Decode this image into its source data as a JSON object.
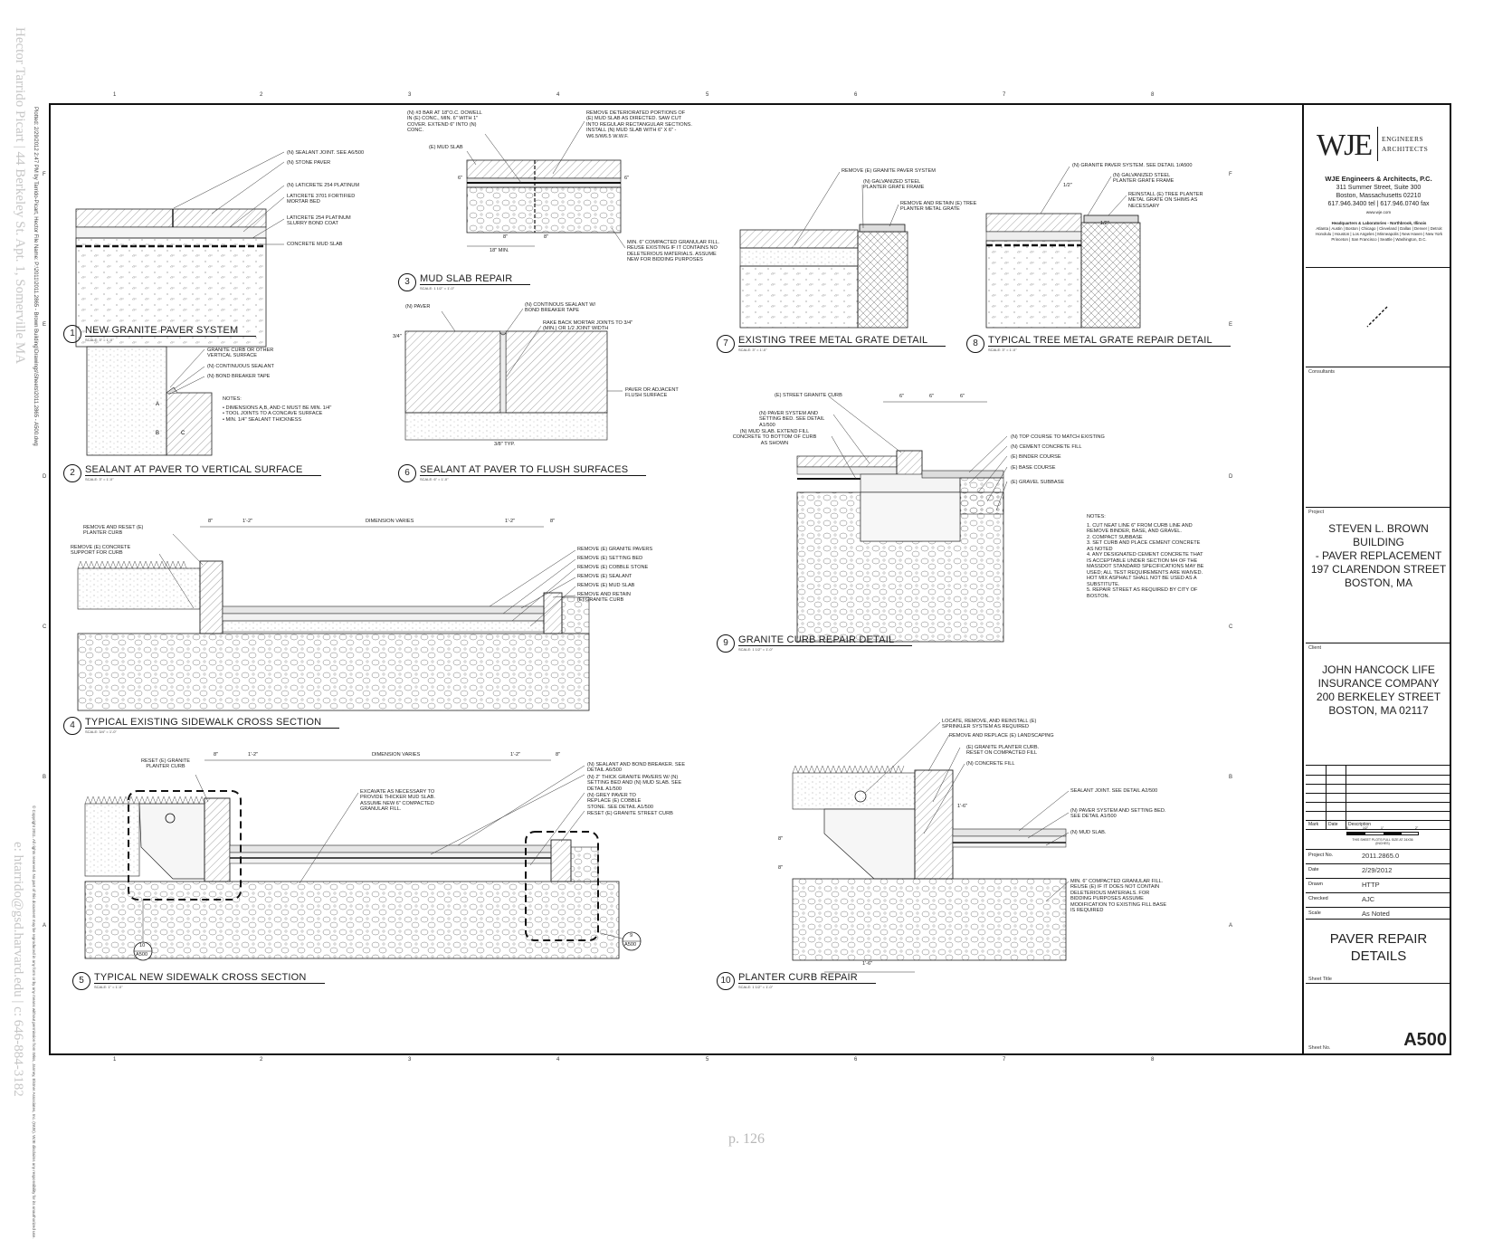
{
  "margin": {
    "watermark_name": "Hector Tarrido Picart | 44 Berkeley St. Apt. 1, Somerville MA",
    "plot_info": "Plotted: 2/29/2012 2:47 PM by Tarrido-Picart, Hector   File Name: P:\\2011\\2011.2865 - Brown Building\\Drawings\\Sheets\\2011.2865 - A500.dwg",
    "copyright": "© Copyright 2011. All rights reserved. No part of this document may be reproduced in any form or by any means without permission from Wiss, Janney, Elstner Associates, Inc. (WJE). WJE disclaims any responsibility for its unauthorized use.",
    "watermark_email": "e: htarrido@gsd.harvard.edu | c: 646-884-3182",
    "page_number": "p. 126"
  },
  "grid": {
    "columns": [
      "1",
      "2",
      "3",
      "4",
      "5",
      "6",
      "7",
      "8"
    ],
    "rows": [
      "F",
      "E",
      "D",
      "C",
      "B",
      "A"
    ]
  },
  "details": [
    {
      "num": "1",
      "title": "NEW GRANITE PAVER SYSTEM",
      "scale": "SCALE: 3\" = 1'-0\""
    },
    {
      "num": "2",
      "title": "SEALANT AT PAVER TO VERTICAL SURFACE",
      "scale": "SCALE: 3\" = 1'-0\""
    },
    {
      "num": "3",
      "title": "MUD SLAB REPAIR",
      "scale": "SCALE: 1 1/2\" = 1'-0\""
    },
    {
      "num": "4",
      "title": "TYPICAL EXISTING SIDEWALK CROSS SECTION",
      "scale": "SCALE: 3/4\" = 1'-0\""
    },
    {
      "num": "5",
      "title": "TYPICAL NEW SIDEWALK CROSS SECTION",
      "scale": "SCALE: 1\" = 1'-0\""
    },
    {
      "num": "6",
      "title": "SEALANT AT PAVER TO FLUSH SURFACES",
      "scale": "SCALE: 6\" = 1'-0\""
    },
    {
      "num": "7",
      "title": "EXISTING TREE METAL GRATE DETAIL",
      "scale": "SCALE: 3\" = 1'-0\""
    },
    {
      "num": "8",
      "title": "TYPICAL TREE METAL GRATE REPAIR DETAIL",
      "scale": "SCALE: 3\" = 1'-0\""
    },
    {
      "num": "9",
      "title": "GRANITE CURB REPAIR DETAIL",
      "scale": "SCALE: 1 1/2\" = 1'-0\""
    },
    {
      "num": "10",
      "title": "PLANTER CURB REPAIR",
      "scale": "SCALE: 1 1/2\" = 1'-0\""
    }
  ],
  "notes": {
    "d1": [
      "(N) SEALANT JOINT. SEE A6/500",
      "(N) STONE PAVER",
      "(N) LATICRETE 254 PLATINUM",
      "LATICRETE 3701 FORTIFIED MORTAR BED",
      "LATICRETE 254 PLATINUM SLURRY BOND COAT",
      "CONCRETE MUD SLAB"
    ],
    "d2": [
      "GRANITE CURB OR OTHER VERTICAL SURFACE",
      "(N) CONTINUOUS SEALANT",
      "(N) BOND BREAKER TAPE"
    ],
    "d2_notes_head": "NOTES:",
    "d2_notes": [
      "DIMENSIONS A,B, AND C MUST BE MIN. 1/4\"",
      "TOOL JOINTS TO A CONCAVE SURFACE",
      "MIN. 1/4\" SEALANT THICKNESS"
    ],
    "d3": [
      "(N) #3 BAR AT 18\"O.C. DOWELL IN (E) CONC., MIN. 6\" WITH 1\" COVER. EXTEND 6\" INTO (N) CONC.",
      "(E) MUD SLAB",
      "REMOVE DETERIORATED PORTIONS OF (E) MUD SLAB AS DIRECTED. SAW CUT INTO REGULAR RECTANGULAR SECTIONS. INSTALL (N) MUD SLAB WITH 6\" X 6\" - W6.5/W6.5 W.W.F.",
      "MIN. 6\" COMPACTED GRANULAR FILL. REUSE EXISTING IF IT CONTAINS NO DELETERIOUS MATERIALS. ASSUME NEW FOR BIDDING PURPOSES",
      "18\" MIN.",
      "8\"",
      "8\"",
      "6\"",
      "6\""
    ],
    "d6": [
      "(N) PAVER",
      "(N) CONTINOUS SEALANT W/ BOND BREAKER TAPE",
      "RAKE BACK MORTAR JOINTS TO 3/4\" (MIN.) OR 1/2 JOINT WIDTH",
      "PAVER OR ADJACENT FLUSH SURFACE",
      "3/8\" TYP.",
      "3/4\""
    ],
    "d4_left": [
      "REMOVE AND RESET (E) PLANTER CURB",
      "REMOVE (E) CONCRETE SUPPORT FOR CURB"
    ],
    "d4_right": [
      "REMOVE (E) GRANITE PAVERS",
      "REMOVE (E) SETTING BED",
      "REMOVE (E) COBBLE STONE",
      "REMOVE (E) SEALANT",
      "REMOVE (E) MUD SLAB",
      "REMOVE AND RETAIN (E) GRANITE CURB"
    ],
    "d4_dims": [
      "8\"",
      "1'-2\"",
      "DIMENSION VARIES",
      "1'-2\"",
      "8\""
    ],
    "d5_left": [
      "RESET (E) GRANITE PLANTER CURB"
    ],
    "d5_mid": [
      "EXCAVATE AS NECESSARY TO PROVIDE THICKER MUD SLAB. ASSUME NEW 6\" COMPACTED GRANULAR FILL."
    ],
    "d5_right": [
      "(N) SEALANT AND BOND BREAKER. SEE DETAIL A6/500",
      "(N) 2\" THICK GRANITE PAVERS W/ (N) SETTING BED AND (N) MUD SLAB. SEE DETAIL A1/500",
      "(N) GREY PAVER TO REPLACE (E) COBBLE STONE. SEE DETAIL A1/500",
      "RESET (E) GRANITE STREET CURB"
    ],
    "d5_dims": [
      "8\"",
      "1'-2\"",
      "DIMENSION VARIES",
      "1'-2\"",
      "8\""
    ],
    "d5_callouts": [
      {
        "num": "10",
        "ref": "A500"
      },
      {
        "num": "9",
        "ref": "A500"
      }
    ],
    "d7": [
      "REMOVE (E) GRANITE PAVER SYSTEM",
      "(N) GALVANIZED STEEL PLANTER GRATE FRAME",
      "REMOVE AND RETAIN (E) TREE PLANTER METAL GRATE"
    ],
    "d8": [
      "(N) GRANITE PAVER SYSTEM. SEE DETAIL 1/A500",
      "(N) GALVANIZED STEEL PLANTER GRATE FRAME",
      "REINSTALL (E) TREE PLANTER METAL GRATE ON SHIMS AS NECESSARY",
      "1/2\"",
      "1/2\""
    ],
    "d9_left": [
      "(E) STREET GRANITE CURB",
      "(N) PAVER SYSTEM AND SETTING BED. SEE DETAIL A1/500",
      "(N) MUD SLAB. EXTEND FILL CONCRETE TO BOTTOM OF CURB AS SHOWN"
    ],
    "d9_right": [
      "(N) TOP COURSE TO MATCH EXISTING",
      "(N) CEMENT CONCRETE FILL",
      "(E) BINDER COURSE",
      "(E) BASE COURSE",
      "(E) GRAVEL SUBBASE"
    ],
    "d9_dims": [
      "6\"",
      "6\"",
      "6\""
    ],
    "d9_notes_head": "NOTES:",
    "d9_notes": [
      "CUT NEAT LINE 6\" FROM CURB LINE AND REMOVE BINDER, BASE, AND GRAVEL.",
      "COMPACT SUBBASE",
      "SET CURB AND PLACE CEMENT CONCRETE AS NOTED",
      "ANY DESIGNATED CEMENT CONCRETE THAT IS ACCEPTABLE UNDER SECTION M4 OF THE MASSDOT STANDARD SPECIFICATIONS MAY BE USED; ALL TEST REQUIREMENTS ARE WAIVED. HOT MIX ASPHALT SHALL NOT BE USED AS A SUBSTITUTE.",
      "REPAIR STREET AS REQUIRED BY CITY OF BOSTON."
    ],
    "d10_top": [
      "LOCATE, REMOVE, AND REINSTALL (E) SPRINKLER SYSTEM AS REQUIRED",
      "REMOVE AND REPLACE (E) LANDSCAPING",
      "(E) GRANITE PLANTER CURB. RESET ON COMPACTED FILL",
      "(N) CONCRETE FILL"
    ],
    "d10_right": [
      "SEALANT JOINT. SEE DETAIL A2/500",
      "(N) PAVER SYSTEM AND SETTING BED. SEE DETAIL A1/500",
      "(N) MUD SLAB.",
      "MIN. 6\" COMPACTED GRANULAR FILL. REUSE (E) IF IT DOES NOT CONTAIN DELETERIOUS MATERIALS. FOR BIDDING PURPOSES ASSUME MODIFICATION TO EXISTING FILL BASE IS REQUIRED"
    ],
    "d10_dims": [
      "1'-6\"",
      "8\"",
      "8\"",
      "1'-6\""
    ]
  },
  "title_block": {
    "logo": "WJE",
    "logo_sub_1": "ENGINEERS",
    "logo_sub_2": "ARCHITECTS",
    "firm_name": "WJE Engineers & Architects, P.C.",
    "address_1": "311 Summer Street, Suite 300",
    "address_2": "Boston, Massachusetts 02210",
    "phone": "617.946.3400 tel | 617.946.0740 fax",
    "web": "www.wje.com",
    "hq": "Headquarters & Laboratories - Northbrook, Illinois",
    "offices": "Atlanta | Austin | Boston | Chicago | Cleveland | Dallas | Denver | Detroit Honolulu | Houston | Los Angeles | Minneapolis | New Haven | New York Princeton | San Francisco | Seattle | Washington, D.C.",
    "consultants_label": "Consultants",
    "project_label": "Project",
    "project_lines": [
      "STEVEN L. BROWN BUILDING",
      "- PAVER REPLACEMENT",
      "197 CLARENDON STREET",
      "BOSTON, MA"
    ],
    "client_label": "Client",
    "client_lines": [
      "JOHN HANCOCK LIFE",
      "INSURANCE COMPANY",
      "200 BERKELEY STREET",
      "BOSTON, MA 02117"
    ],
    "rev_headers": [
      "Mark",
      "Date",
      "Description"
    ],
    "scale_bar_note": "THIS SHEET PLOTS FULL SIZE AT 24X36 (INCHES)",
    "scale_bar_ticks": [
      "0",
      "1/2\"",
      "1\"",
      "2\""
    ],
    "rows": [
      {
        "label": "Project No.",
        "value": "2011.2865.0"
      },
      {
        "label": "Date",
        "value": "2/29/2012"
      },
      {
        "label": "Drawn",
        "value": "HTTP"
      },
      {
        "label": "Checked",
        "value": "AJC"
      },
      {
        "label": "Scale",
        "value": "As Noted"
      }
    ],
    "sheet_title_lines": [
      "PAVER REPAIR",
      "DETAILS"
    ],
    "sheet_title_label": "Sheet Title",
    "sheet_no_label": "Sheet No.",
    "sheet_no": "A500"
  }
}
